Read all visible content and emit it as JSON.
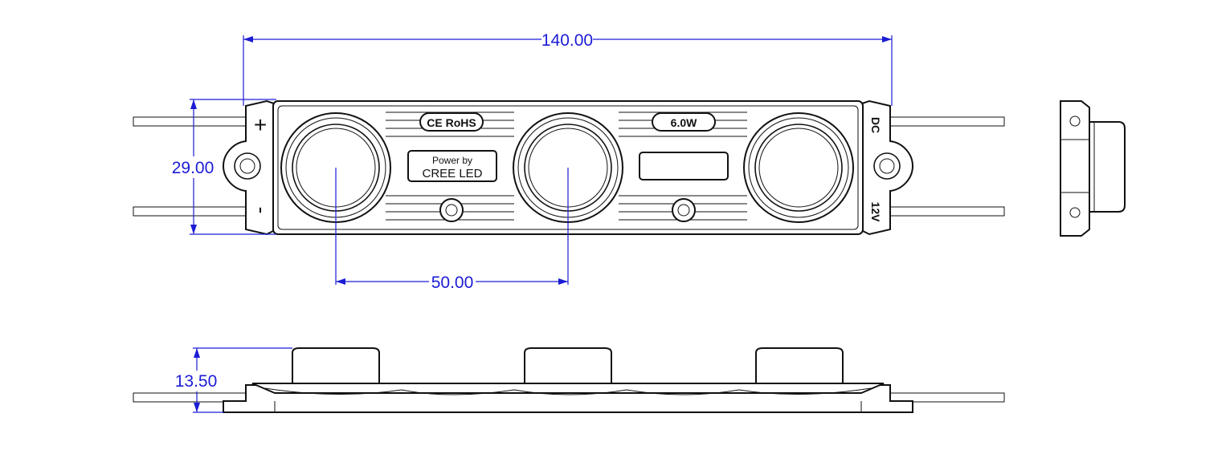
{
  "dimensions": {
    "length": "140.00",
    "width": "29.00",
    "lens_pitch": "50.00",
    "height": "13.50"
  },
  "module_labels": {
    "certification": "CE RoHS",
    "power": "6.0W",
    "brand_line1": "Power by",
    "brand_line2": "CREE LED",
    "polarity_positive": "+",
    "polarity_negative": "-",
    "current_type": "DC",
    "voltage": "12V"
  },
  "colors": {
    "dimension": "#1c1cd6",
    "outline": "#111111"
  }
}
